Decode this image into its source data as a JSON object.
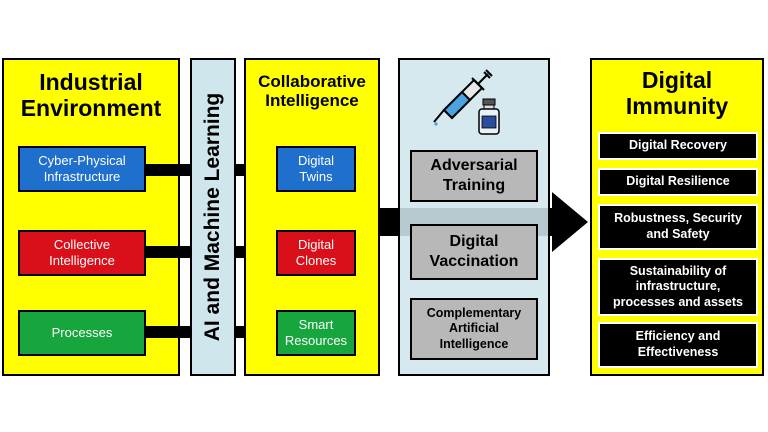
{
  "industrial": {
    "title_line1": "Industrial",
    "title_line2": "Environment",
    "boxes": [
      {
        "line1": "Cyber-Physical",
        "line2": "Infrastructure"
      },
      {
        "line1": "Collective",
        "line2": "Intelligence"
      },
      {
        "line1": "Processes",
        "line2": ""
      }
    ]
  },
  "ai_ml": {
    "label": "AI and Machine Learning"
  },
  "collaborative": {
    "title_line1": "Collaborative",
    "title_line2": "Intelligence",
    "boxes": [
      {
        "line1": "Digital",
        "line2": "Twins"
      },
      {
        "line1": "Digital",
        "line2": "Clones"
      },
      {
        "line1": "Smart",
        "line2": "Resources"
      }
    ]
  },
  "vaccination": {
    "boxes": [
      {
        "line1": "Adversarial",
        "line2": "Training"
      },
      {
        "line1": "Digital",
        "line2": "Vaccination"
      },
      {
        "line1": "Complementary",
        "line2": "Artificial",
        "line3": "Intelligence"
      }
    ]
  },
  "immunity": {
    "title_line1": "Digital",
    "title_line2": "Immunity",
    "items": [
      {
        "line1": "Digital Recovery"
      },
      {
        "line1": "Digital Resilience"
      },
      {
        "line1": "Robustness, Security",
        "line2": "and Safety"
      },
      {
        "line1": "Sustainability of",
        "line2": "infrastructure,",
        "line3": "processes and assets"
      },
      {
        "line1": "Efficiency and",
        "line2": "Effectiveness"
      }
    ]
  },
  "colors": {
    "yellow": "#ffff00",
    "light_blue": "#cfe6ec",
    "blue": "#1f6fcc",
    "red": "#d9101a",
    "green": "#17a53d",
    "gray": "#b8b8b8",
    "black": "#000000"
  },
  "icons": [
    "syringe-icon",
    "vial-icon"
  ]
}
